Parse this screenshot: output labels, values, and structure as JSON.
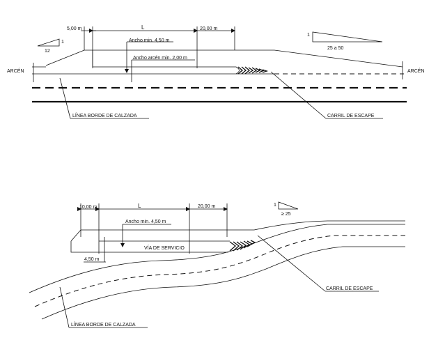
{
  "top": {
    "dim_5": "5,00 m",
    "dim_L": "L",
    "dim_20": "20,00 m",
    "ancho_450": "Ancho min. 4,50 m",
    "ancho_200": "Ancho arcén min. 2,00 m",
    "arcen_left": "ARCÉN",
    "arcen_right": "ARCÉN",
    "slope_left_v": "1",
    "slope_left_h": "12",
    "slope_right_v": "1",
    "slope_right_h": "25 a 50",
    "linea_borde": "LÍNEA BORDE DE CALZADA",
    "carril_escape": "CARRIL DE ESCAPE"
  },
  "bottom": {
    "dim_10": "10,00 m",
    "dim_L": "L",
    "dim_20": "20,00 m",
    "ancho_450": "Ancho min. 4,50 m",
    "via_servicio": "VÍA DE SERVICIO",
    "dim_450": "4,50 m",
    "slope_v": "1",
    "slope_h": "≥ 25",
    "carril_escape": "CARRIL DE ESCAPE",
    "linea_borde": "LÍNEA BORDE DE CALZADA"
  }
}
